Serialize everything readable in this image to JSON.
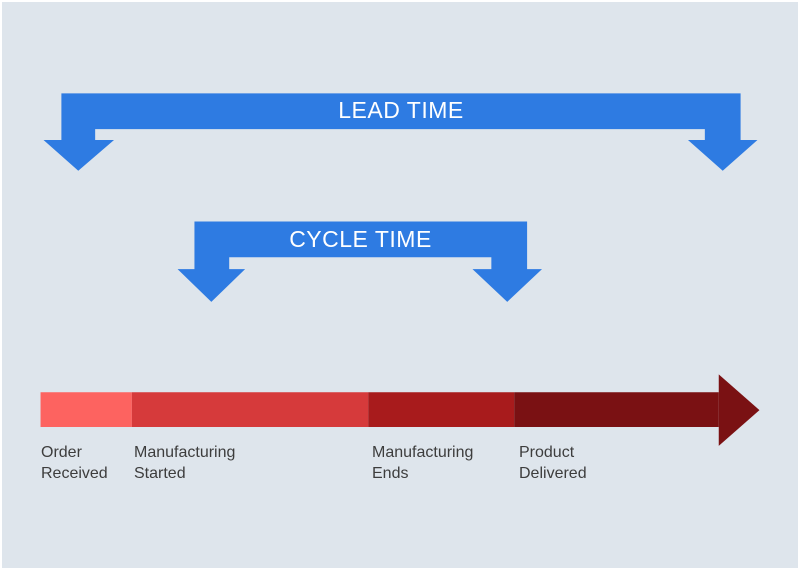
{
  "colors": {
    "background": "#dee5ec",
    "frame": "#ffffff",
    "bracket_blue": "#2e7be2",
    "title_text": "#ffffff",
    "label_text": "#3d3d3d",
    "arrow_dark_red": "#7a1113"
  },
  "brackets": {
    "lead": {
      "label": "LEAD TIME"
    },
    "cycle": {
      "label": "CYCLE TIME"
    }
  },
  "timeline": {
    "stages": [
      {
        "name": "order-received",
        "lines": [
          "Order",
          "Received"
        ],
        "color": "#fd6360"
      },
      {
        "name": "manufacturing-started",
        "lines": [
          "Manufacturing",
          "Started"
        ],
        "color": "#d63a3b"
      },
      {
        "name": "manufacturing-ends",
        "lines": [
          "Manufacturing",
          "Ends"
        ],
        "color": "#a81b1c"
      },
      {
        "name": "product-delivered",
        "lines": [
          "Product",
          "Delivered"
        ],
        "color": "#7a1113"
      }
    ]
  }
}
